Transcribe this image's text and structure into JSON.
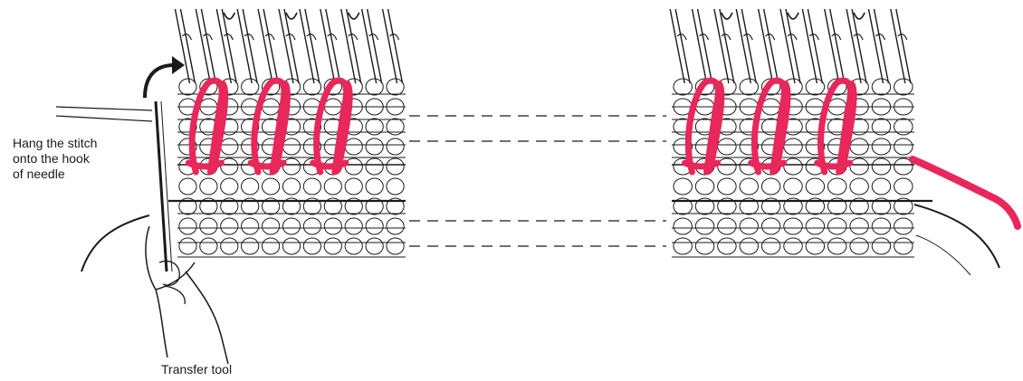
{
  "labels": {
    "hang_line1": "Hang the stitch",
    "hang_line2": "onto the hook",
    "hang_line3": "of needle",
    "transfer_tool": "Transfer tool"
  },
  "colors": {
    "yarn_highlight": "#e8275a",
    "ink": "#1a1a1a",
    "background": "#ffffff"
  },
  "diagram": {
    "left_panel": {
      "stitch_columns": 11,
      "highlighted_columns": [
        1,
        4,
        7
      ]
    },
    "right_panel": {
      "stitch_columns": 11,
      "highlighted_columns": [
        1,
        4,
        7
      ]
    },
    "dashed_connectors": 4
  }
}
